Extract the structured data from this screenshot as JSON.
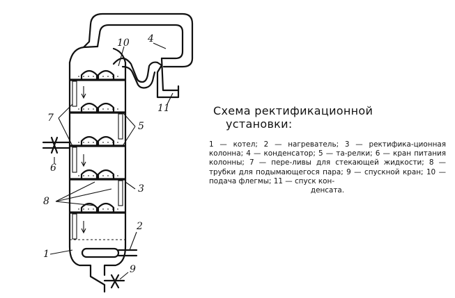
{
  "caption": {
    "title_line1": "Схема ректификационной",
    "title_line2": "установки:",
    "body": "1 — котел; 2 — нагреватель; 3 — ректифика-ционная колонна; 4 — конденсатор; 5 — та-релки; 6 — кран питания колонны; 7 — пере-ливы для стекающей жидкости; 8 — трубки для подымающегося пара; 9 — спускной кран; 10 — подача флегмы; 11 — спуск кон-",
    "body_end": "денсата."
  },
  "labels": {
    "n1": "1",
    "n2": "2",
    "n3": "3",
    "n4": "4",
    "n5": "5",
    "n6": "6",
    "n7": "7",
    "n8": "8",
    "n9": "9",
    "n10": "10",
    "n11": "11"
  }
}
